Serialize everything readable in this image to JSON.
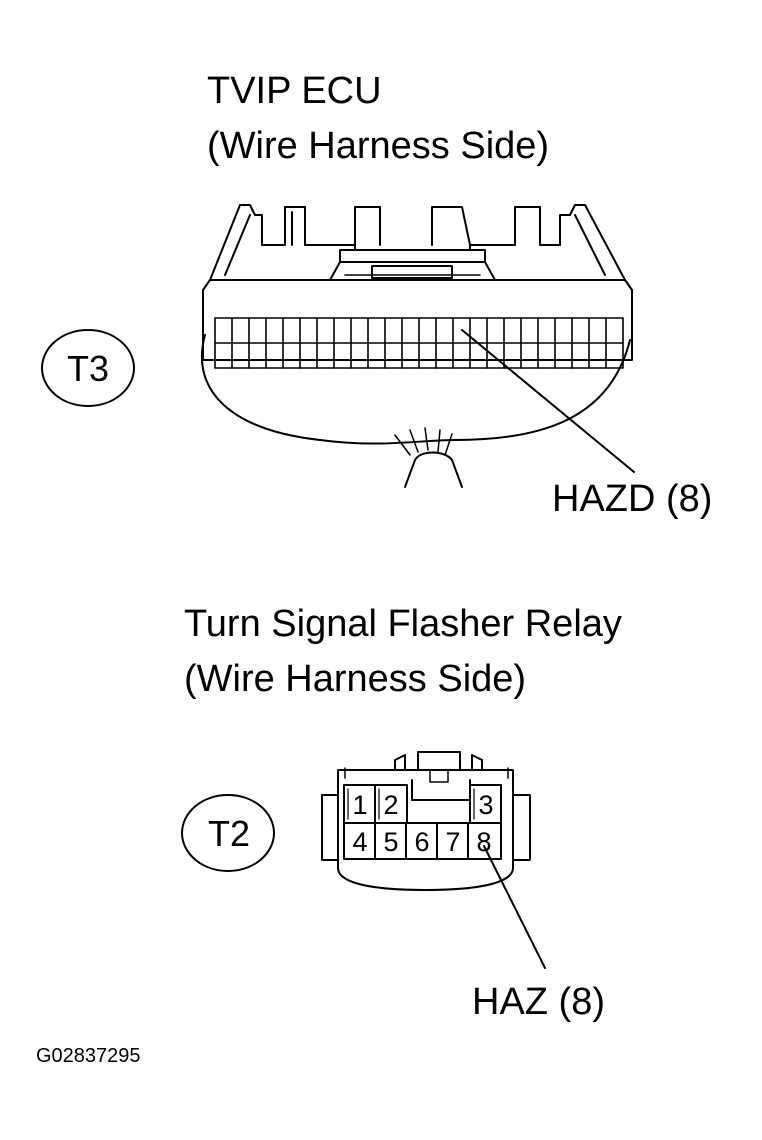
{
  "ecu": {
    "title": "TVIP ECU",
    "subtitle": "(Wire Harness Side)",
    "connector_id": "T3",
    "callout": "HAZD (8)"
  },
  "relay": {
    "title": "Turn Signal Flasher Relay",
    "subtitle": "(Wire Harness Side)",
    "connector_id": "T2",
    "pins_top": [
      "1",
      "2",
      "3"
    ],
    "pins_bottom": [
      "4",
      "5",
      "6",
      "7",
      "8"
    ],
    "callout": "HAZ (8)"
  },
  "figure_code": "G02837295"
}
